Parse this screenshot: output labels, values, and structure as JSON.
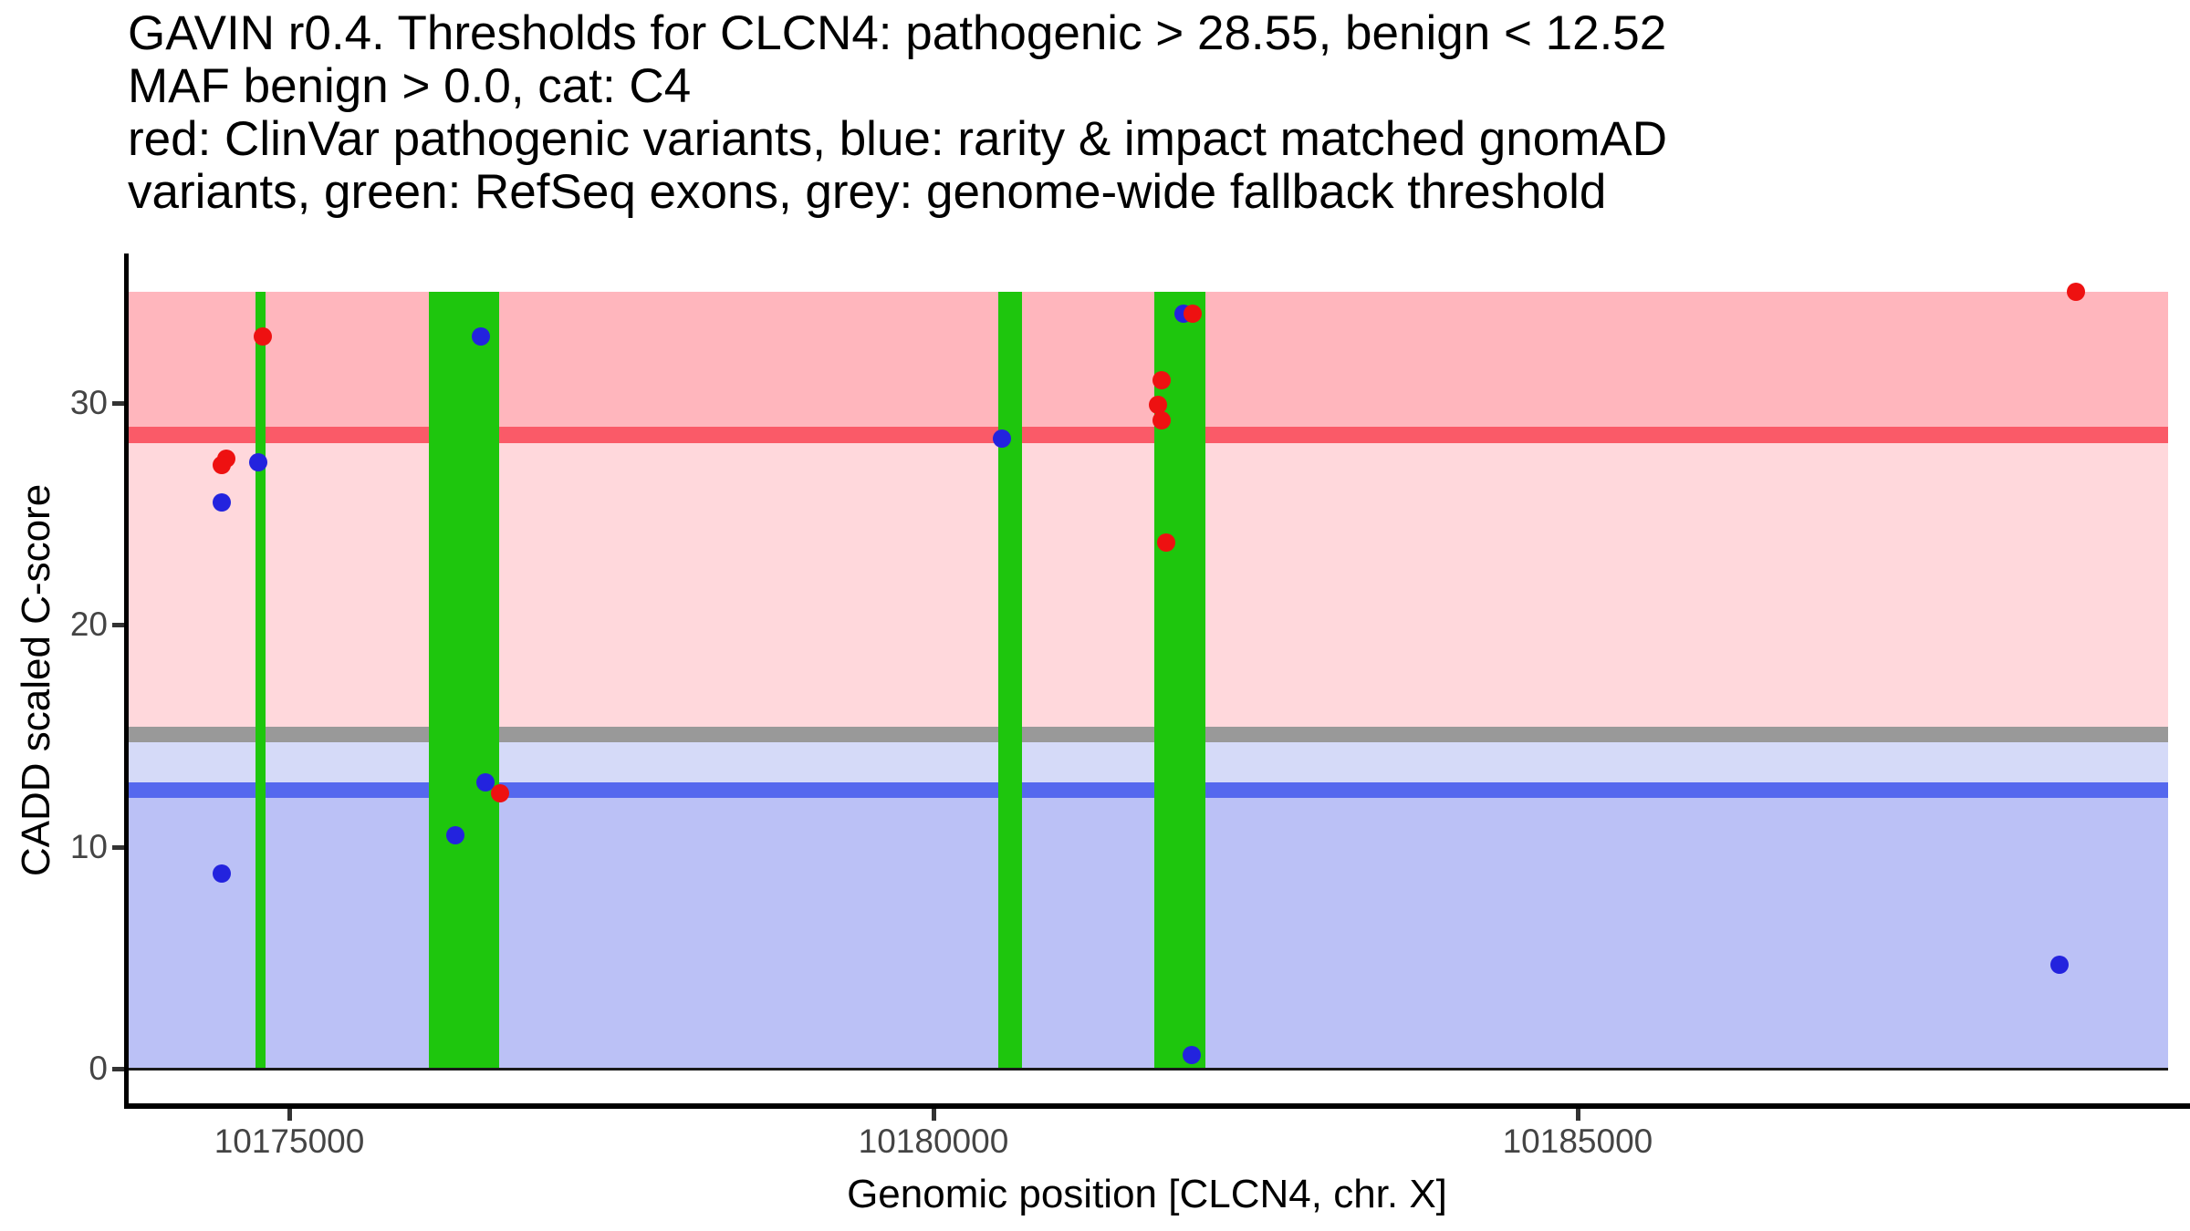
{
  "figure": {
    "title_lines": [
      "GAVIN r0.4. Thresholds for CLCN4: pathogenic > 28.55, benign < 12.52",
      "MAF benign > 0.0, cat: C4",
      "red: ClinVar pathogenic variants, blue: rarity & impact matched gnomAD",
      "variants, green: RefSeq exons, grey: genome-wide fallback threshold"
    ],
    "x_axis_label": "Genomic position [CLCN4, chr. X]",
    "y_axis_label": "CADD scaled C-score"
  },
  "chart_data": {
    "type": "scatter",
    "title": "GAVIN r0.4. Thresholds for CLCN4: pathogenic > 28.55, benign < 12.52 — MAF benign > 0.0, cat: C4 — red: ClinVar pathogenic variants, blue: rarity & impact matched gnomAD variants, green: RefSeq exons, grey: genome-wide fallback threshold",
    "xlabel": "Genomic position [CLCN4, chr. X]",
    "ylabel": "CADD scaled C-score",
    "meta": {
      "gavin_version": "r0.4",
      "gene": "CLCN4",
      "chromosome": "X",
      "pathogenic_threshold": 28.55,
      "benign_threshold": 12.52,
      "genome_wide_fallback_threshold": 15.0,
      "maf_benign": 0.0,
      "category": "C4"
    },
    "x_domain": [
      10173732,
      10189583
    ],
    "y_domain": [
      0,
      35
    ],
    "grid": false,
    "legend_position": "none",
    "color_legend": {
      "red": "ClinVar pathogenic variants",
      "blue": "rarity & impact matched gnomAD variants",
      "green": "RefSeq exons",
      "grey": "genome-wide fallback threshold"
    },
    "x_ticks": [
      {
        "value": 10175000,
        "label": "10175000"
      },
      {
        "value": 10180000,
        "label": "10180000"
      },
      {
        "value": 10185000,
        "label": "10185000"
      }
    ],
    "y_ticks": [
      {
        "value": 0,
        "label": "0"
      },
      {
        "value": 10,
        "label": "10"
      },
      {
        "value": 20,
        "label": "20"
      },
      {
        "value": 30,
        "label": "30"
      }
    ],
    "bands": [
      {
        "name": "pathogenic-zone",
        "from": 28.9,
        "to": 35,
        "color": "#FFB6BD"
      },
      {
        "name": "pathogenic-threshold-line",
        "from": 28.2,
        "to": 28.9,
        "color": "#FA5A68"
      },
      {
        "name": "uncertain-zone-upper",
        "from": 15.4,
        "to": 28.2,
        "color": "#FFD8DC"
      },
      {
        "name": "fallback-threshold-line",
        "from": 14.7,
        "to": 15.4,
        "color": "#999999"
      },
      {
        "name": "uncertain-zone-lower",
        "from": 12.9,
        "to": 14.7,
        "color": "#D5DAF8"
      },
      {
        "name": "benign-threshold-line",
        "from": 12.2,
        "to": 12.9,
        "color": "#5568EE"
      },
      {
        "name": "benign-zone",
        "from": 0,
        "to": 12.2,
        "color": "#BBC1F6"
      }
    ],
    "exon_color": "#1EC60D",
    "exons": [
      {
        "start": 10174738,
        "end": 10174816
      },
      {
        "start": 10176083,
        "end": 10176629
      },
      {
        "start": 10180503,
        "end": 10180687
      },
      {
        "start": 10181714,
        "end": 10182110
      }
    ],
    "baseline_color": "#1A1A1A",
    "point_diameter": 20,
    "series": [
      {
        "name": "rarity & impact matched gnomAD variants",
        "color": "#2323DE",
        "points": [
          [
            10174759,
            27.3
          ],
          [
            10174476,
            25.5
          ],
          [
            10174474,
            8.8
          ],
          [
            10176487,
            33.0
          ],
          [
            10176522,
            12.9
          ],
          [
            10176289,
            10.5
          ],
          [
            10180531,
            28.4
          ],
          [
            10181940,
            34.0
          ],
          [
            10182004,
            0.6
          ],
          [
            10188739,
            4.7
          ]
        ]
      },
      {
        "name": "ClinVar pathogenic variants",
        "color": "#EE1111",
        "points": [
          [
            10174794,
            33.0
          ],
          [
            10174511,
            27.5
          ],
          [
            10174476,
            27.2
          ],
          [
            10176636,
            12.4
          ],
          [
            10182010,
            34.0
          ],
          [
            10181770,
            31.0
          ],
          [
            10181741,
            29.9
          ],
          [
            10181770,
            29.2
          ],
          [
            10181806,
            23.7
          ],
          [
            10188866,
            35.0
          ]
        ]
      }
    ]
  }
}
